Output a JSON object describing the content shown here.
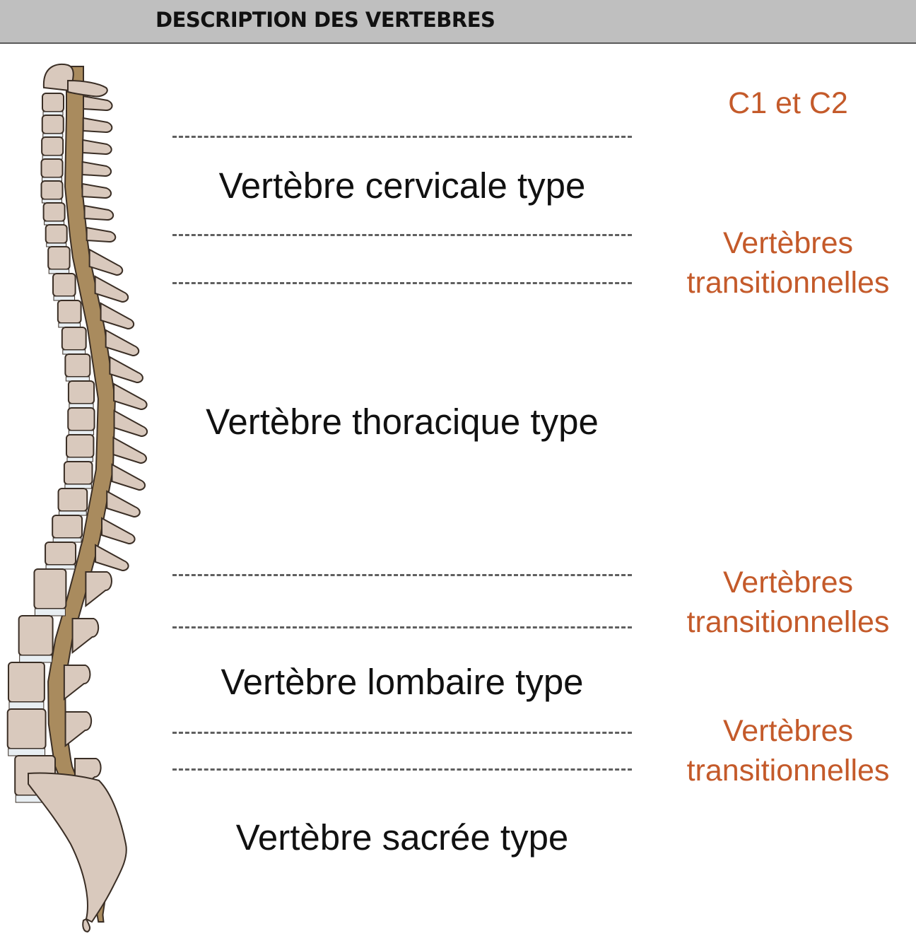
{
  "header": {
    "title": "DESCRIPTION DES VERTEBRES"
  },
  "regions": {
    "cervical": "Vertèbre cervicale type",
    "thoracic": "Vertèbre thoracique type",
    "lumbar": "Vertèbre lombaire type",
    "sacral": "Vertèbre sacrée type"
  },
  "side_labels": {
    "c1c2": "C1 et C2",
    "transition_1": {
      "line1": "Vertèbres",
      "line2": "transitionnelles"
    },
    "transition_2": {
      "line1": "Vertèbres",
      "line2": "transitionnelles"
    },
    "transition_3": {
      "line1": "Vertèbres",
      "line2": "transitionnelles"
    }
  },
  "colors": {
    "header_bg": "#bfbfbf",
    "side_label": "#c45a2a",
    "vertebra": "#d9c9bd",
    "disc": "#e8eef2",
    "spinal_cord": "#a98b5e",
    "outline": "#3a2e25"
  }
}
